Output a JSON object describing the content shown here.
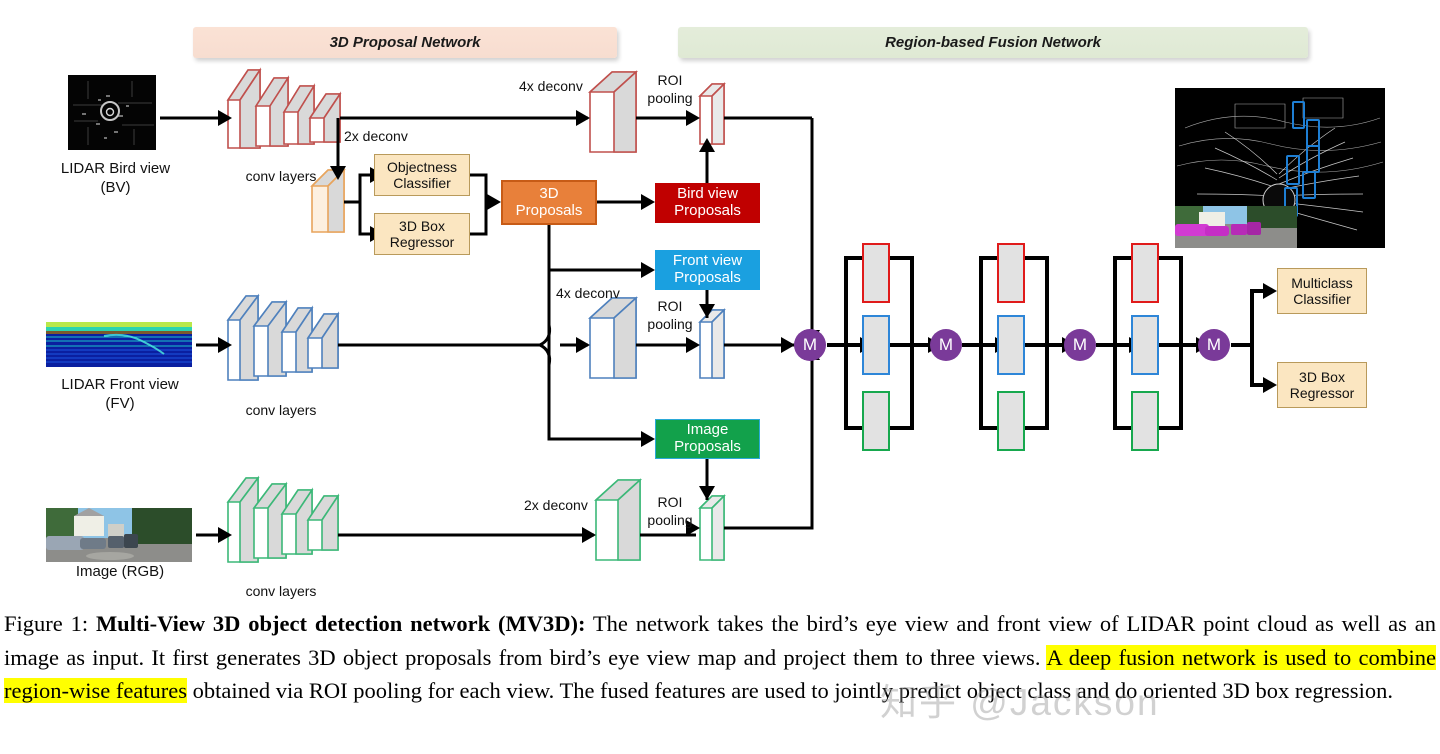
{
  "banners": {
    "proposal": "3D Proposal Network",
    "fusion": "Region-based Fusion Network"
  },
  "inputs": [
    {
      "name": "lidar-bird-view",
      "label_line1": "LIDAR Bird view",
      "label_line2": "(BV)",
      "conv_label": "conv layers",
      "accent": "#c0504d"
    },
    {
      "name": "lidar-front-view",
      "label_line1": "LIDAR Front view",
      "label_line2": "(FV)",
      "conv_label": "conv layers",
      "accent": "#4f81bd"
    },
    {
      "name": "image-rgb",
      "label_line1": "Image (RGB)",
      "label_line2": "",
      "conv_label": "conv layers",
      "accent": "#3cb878"
    }
  ],
  "deconv_labels": {
    "bv_2x": "2x deconv",
    "bv_4x": "4x deconv",
    "fv_4x": "4x deconv",
    "img_2x": "2x deconv"
  },
  "roi_labels": {
    "bv": {
      "line1": "ROI",
      "line2": "pooling"
    },
    "fv": {
      "line1": "ROI",
      "line2": "pooling"
    },
    "img": {
      "line1": "ROI",
      "line2": "pooling"
    }
  },
  "rpn_heads": [
    {
      "name": "objectness-classifier",
      "line1": "Objectness",
      "line2": "Classifier"
    },
    {
      "name": "3d-box-regressor",
      "line1": "3D Box",
      "line2": "Regressor"
    }
  ],
  "proposal_boxes": {
    "three_d": {
      "line1": "3D",
      "line2": "Proposals",
      "color": "#e8803a"
    },
    "bird_view": {
      "line1": "Bird view",
      "line2": "Proposals",
      "color": "#c00000"
    },
    "front_view": {
      "line1": "Front view",
      "line2": "Proposals",
      "color": "#1aa0e0"
    },
    "image": {
      "line1": "Image",
      "line2": "Proposals",
      "color": "#12a14b"
    }
  },
  "fusion": {
    "node_label": "M",
    "node_color": "#7a3a99",
    "bar_colors": {
      "bird": "#e01b1b",
      "front": "#2e86d8",
      "image": "#17a84e"
    },
    "node_count": 4,
    "block_count": 3
  },
  "output_heads": [
    {
      "name": "multiclass-classifier",
      "line1": "Multiclass",
      "line2": "Classifier"
    },
    {
      "name": "3d-box-regressor-output",
      "line1": "3D Box",
      "line2": "Regressor"
    }
  ],
  "caption": {
    "prefix": "Figure 1:",
    "bold_title": "Multi-View 3D object detection network (MV3D):",
    "text_1": " The network takes the bird’s eye view and front view of LIDAR point cloud as well as an image as input. It first generates 3D object proposals from bird’s eye view map and project them to three views. ",
    "highlight": "A deep fusion network is used to combine region-wise features",
    "text_2": " obtained via ROI pooling for each view. The fused features are used to jointly predict object class and do oriented 3D box regression.",
    "highlight_color": "#ffff00"
  },
  "watermark": "知乎 @Jackson"
}
